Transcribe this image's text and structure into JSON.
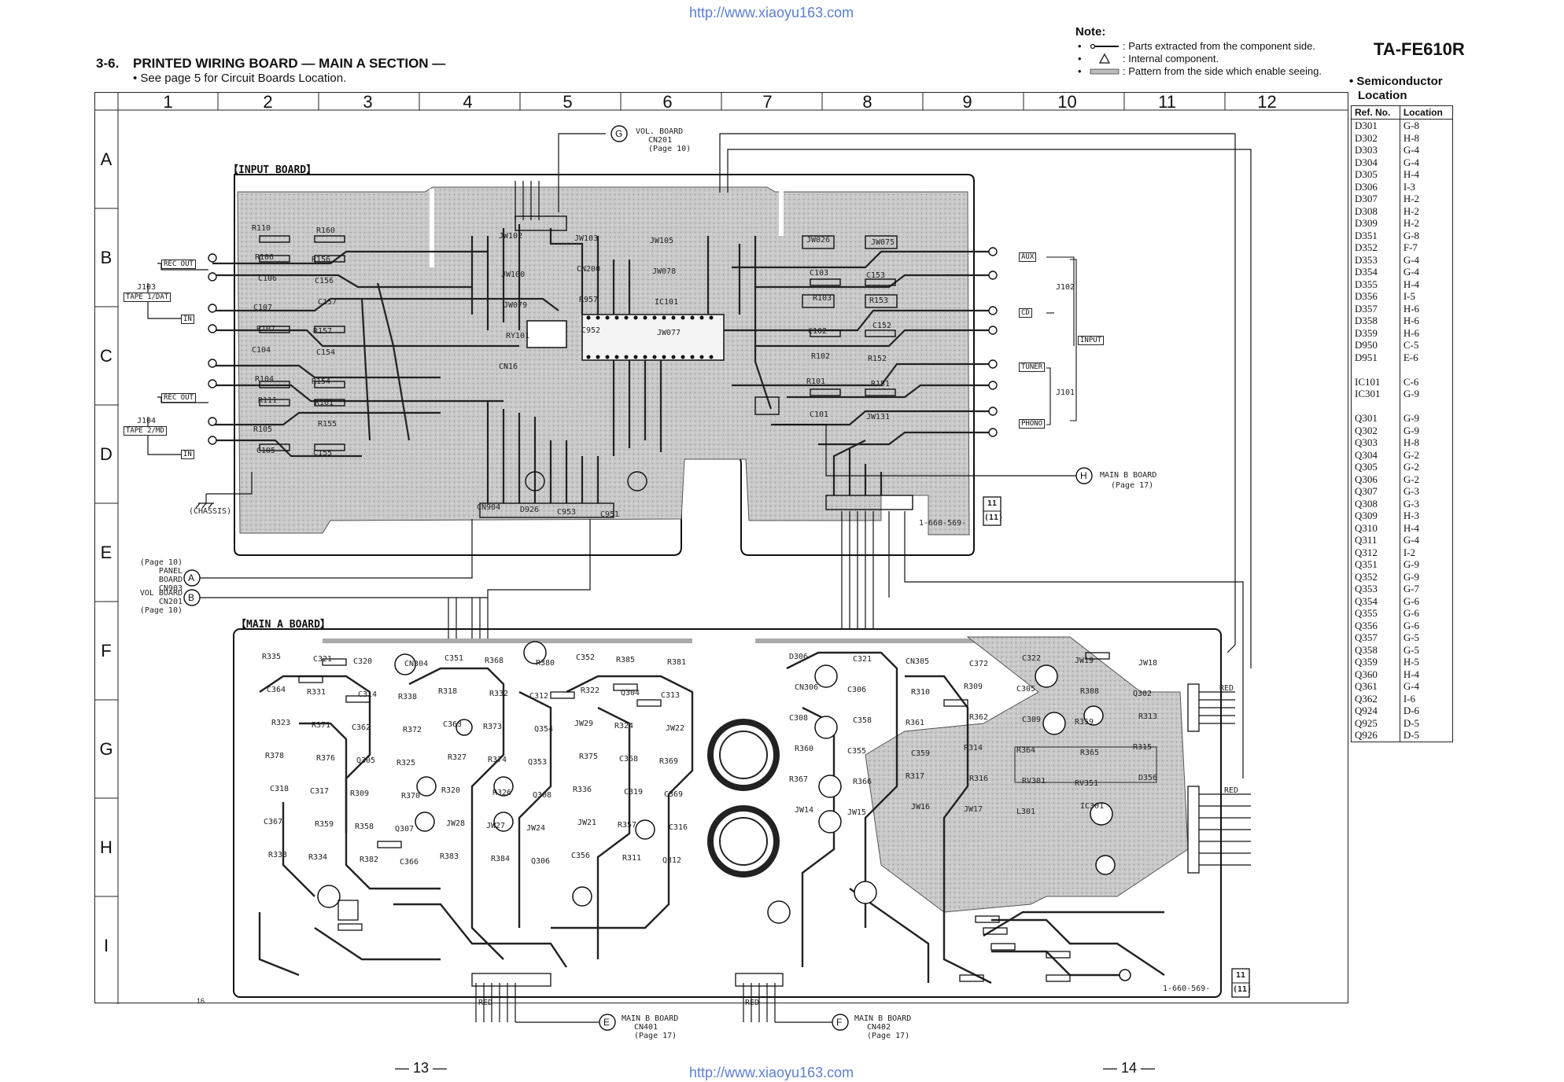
{
  "watermark_url": "http://www.xiaoyu163.com",
  "model": "TA-FE610R",
  "section": {
    "number": "3-6.",
    "title": "PRINTED WIRING BOARD — MAIN A SECTION —",
    "subtitle": "• See page 5 for Circuit Boards Location."
  },
  "note": {
    "title": "Note:",
    "items": [
      {
        "text": ": Parts extracted from the component side.",
        "icon": "lead-part-icon"
      },
      {
        "text": ": Internal component.",
        "icon": "triangle-icon"
      },
      {
        "text": ": Pattern from the side which enable seeing.",
        "icon": "pattern-icon"
      }
    ]
  },
  "grid": {
    "columns": [
      "1",
      "2",
      "3",
      "4",
      "5",
      "6",
      "7",
      "8",
      "9",
      "10",
      "11",
      "12"
    ],
    "rows": [
      "A",
      "B",
      "C",
      "D",
      "E",
      "F",
      "G",
      "H",
      "I"
    ]
  },
  "boards": {
    "input": "【INPUT BOARD】",
    "main_a": "【MAIN A BOARD】"
  },
  "connectors": {
    "g": {
      "letter": "G",
      "line1": "VOL. BOARD",
      "line2": "CN201",
      "line3": "(Page 10)"
    },
    "h": {
      "letter": "H",
      "line1": "MAIN B BOARD",
      "line2": "(Page 17)"
    },
    "a": {
      "letter": "A",
      "line1": "(Page 10)",
      "line2": "PANEL BOARD",
      "line3": "CN903"
    },
    "b": {
      "letter": "B",
      "line1": "VOL BOARD",
      "line2": "CN201",
      "line3": "(Page 10)"
    },
    "e": {
      "letter": "E",
      "line1": "MAIN B BOARD",
      "line2": "CN401",
      "line3": "(Page 17)"
    },
    "f": {
      "letter": "F",
      "line1": "MAIN B BOARD",
      "line2": "CN402",
      "line3": "(Page 17)"
    }
  },
  "jacks_left": {
    "rec_out_1": "REC OUT",
    "j103": "J103",
    "tape1": "TAPE 1/DAT",
    "in_1": "IN",
    "rec_out_2": "REC OUT",
    "j104": "J104",
    "tape2": "TAPE 2/MD",
    "in_2": "IN",
    "chassis": "(CHASSIS)"
  },
  "jacks_right": {
    "aux": "AUX",
    "cd": "CD",
    "j102": "J102",
    "input": "INPUT",
    "tuner": "TUNER",
    "j101": "J101",
    "phono": "PHONO"
  },
  "board_ids": {
    "input_id": "1-660-569-",
    "main_id": "1-660-569-",
    "badge_top": "11",
    "badge_bottom": "(11)"
  },
  "page_numbers": {
    "left": "— 13 —",
    "right": "— 14 —"
  },
  "corner_mark": "16",
  "semiconductor": {
    "title_line1": "• Semiconductor",
    "title_line2": "Location",
    "headers": [
      "Ref. No.",
      "Location"
    ],
    "groups": [
      [
        [
          "D301",
          "G-8"
        ],
        [
          "D302",
          "H-8"
        ],
        [
          "D303",
          "G-4"
        ],
        [
          "D304",
          "G-4"
        ],
        [
          "D305",
          "H-4"
        ],
        [
          "D306",
          "I-3"
        ],
        [
          "D307",
          "H-2"
        ],
        [
          "D308",
          "H-2"
        ],
        [
          "D309",
          "H-2"
        ],
        [
          "D351",
          "G-8"
        ],
        [
          "D352",
          "F-7"
        ],
        [
          "D353",
          "G-4"
        ],
        [
          "D354",
          "G-4"
        ],
        [
          "D355",
          "H-4"
        ],
        [
          "D356",
          "I-5"
        ],
        [
          "D357",
          "H-6"
        ],
        [
          "D358",
          "H-6"
        ],
        [
          "D359",
          "H-6"
        ],
        [
          "D950",
          "C-5"
        ],
        [
          "D951",
          "E-6"
        ]
      ],
      [
        [
          "IC101",
          "C-6"
        ],
        [
          "IC301",
          "G-9"
        ]
      ],
      [
        [
          "Q301",
          "G-9"
        ],
        [
          "Q302",
          "G-9"
        ],
        [
          "Q303",
          "H-8"
        ],
        [
          "Q304",
          "G-2"
        ],
        [
          "Q305",
          "G-2"
        ],
        [
          "Q306",
          "G-2"
        ],
        [
          "Q307",
          "G-3"
        ],
        [
          "Q308",
          "G-3"
        ],
        [
          "Q309",
          "H-3"
        ],
        [
          "Q310",
          "H-4"
        ],
        [
          "Q311",
          "G-4"
        ],
        [
          "Q312",
          "I-2"
        ],
        [
          "Q351",
          "G-9"
        ],
        [
          "Q352",
          "G-9"
        ],
        [
          "Q353",
          "G-7"
        ],
        [
          "Q354",
          "G-6"
        ],
        [
          "Q355",
          "G-6"
        ],
        [
          "Q356",
          "G-6"
        ],
        [
          "Q357",
          "G-5"
        ],
        [
          "Q358",
          "G-5"
        ],
        [
          "Q359",
          "H-5"
        ],
        [
          "Q360",
          "H-4"
        ],
        [
          "Q361",
          "G-4"
        ],
        [
          "Q362",
          "I-6"
        ],
        [
          "Q924",
          "D-6"
        ],
        [
          "Q925",
          "D-5"
        ],
        [
          "Q926",
          "D-5"
        ]
      ]
    ]
  },
  "pcb_labels": {
    "input": [
      "R110",
      "R160",
      "R106",
      "R156",
      "C106",
      "C156",
      "C107",
      "C157",
      "R107",
      "R157",
      "C104",
      "C154",
      "R104",
      "R154",
      "R111",
      "R161",
      "R105",
      "R155",
      "C105",
      "C155",
      "JW102",
      "JW103",
      "JW105",
      "JW100",
      "CN200",
      "JW078",
      "JW079",
      "R957",
      "IC101",
      "RY101",
      "C952",
      "JW077",
      "CN16",
      "JW026",
      "JW075",
      "C103",
      "C153",
      "R103",
      "R153",
      "C102",
      "C152",
      "R102",
      "R152",
      "R101",
      "R151",
      "C101",
      "JW131",
      "CN904",
      "D926",
      "C953",
      "C951"
    ],
    "main": [
      "R335",
      "C321",
      "C320",
      "CN304",
      "C351",
      "R368",
      "R380",
      "C352",
      "R385",
      "R381",
      "C364",
      "R331",
      "C314",
      "R338",
      "R318",
      "R332",
      "C312",
      "R322",
      "Q304",
      "C313",
      "R323",
      "R371",
      "C362",
      "R372",
      "C363",
      "R373",
      "Q354",
      "JW29",
      "R324",
      "JW22",
      "R378",
      "R376",
      "Q305",
      "R325",
      "R327",
      "R374",
      "Q353",
      "R375",
      "C368",
      "R369",
      "C318",
      "C317",
      "R309",
      "R370",
      "R320",
      "R326",
      "Q308",
      "R336",
      "C319",
      "C369",
      "C367",
      "R359",
      "R358",
      "Q307",
      "JW28",
      "JW27",
      "JW24",
      "JW21",
      "R357",
      "C316",
      "R333",
      "R334",
      "R382",
      "C366",
      "R383",
      "R384",
      "Q306",
      "C356",
      "R311",
      "Q312",
      "D306",
      "C321",
      "CN305",
      "C372",
      "C322",
      "JW19",
      "JW18",
      "CN306",
      "C306",
      "R310",
      "R309",
      "C305",
      "R308",
      "Q302",
      "C308",
      "C358",
      "R361",
      "R362",
      "C309",
      "R359",
      "R313",
      "R360",
      "C355",
      "C359",
      "R314",
      "R364",
      "R365",
      "R315",
      "R367",
      "R366",
      "R317",
      "R316",
      "RV301",
      "RV351",
      "D356",
      "JW14",
      "JW15",
      "JW16",
      "JW17",
      "L301",
      "IC301"
    ]
  }
}
